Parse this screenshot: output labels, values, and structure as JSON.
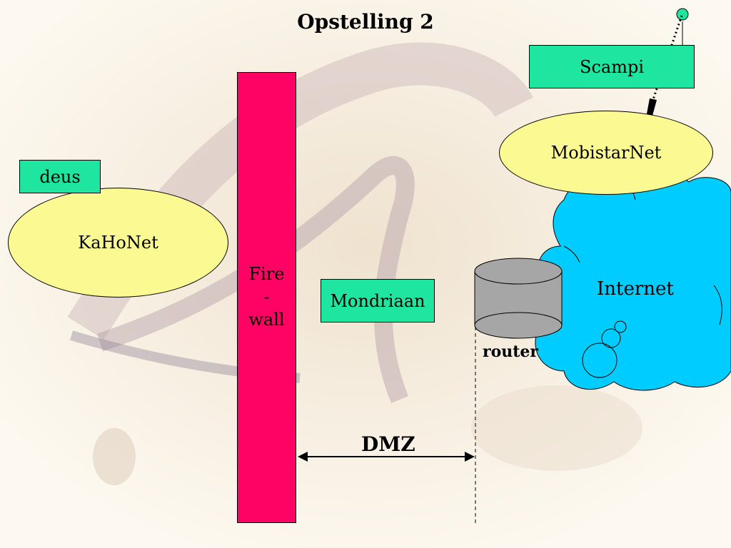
{
  "title": "Opstelling 2",
  "nodes": {
    "scampi": "Scampi",
    "mobistarnet": "MobistarNet",
    "deus": "deus",
    "kahonet": "KaHoNet",
    "firewall": [
      "Fire",
      "-",
      "wall"
    ],
    "mondriaan": "Mondriaan",
    "internet": "Internet",
    "router": "router",
    "dmz": "DMZ"
  },
  "colors": {
    "firewall": "#fe0364",
    "host_box": "#1ee6a0",
    "network_ellipse": "#fbf991",
    "cloud": "#00ccff",
    "router": "#a6a6a6"
  }
}
